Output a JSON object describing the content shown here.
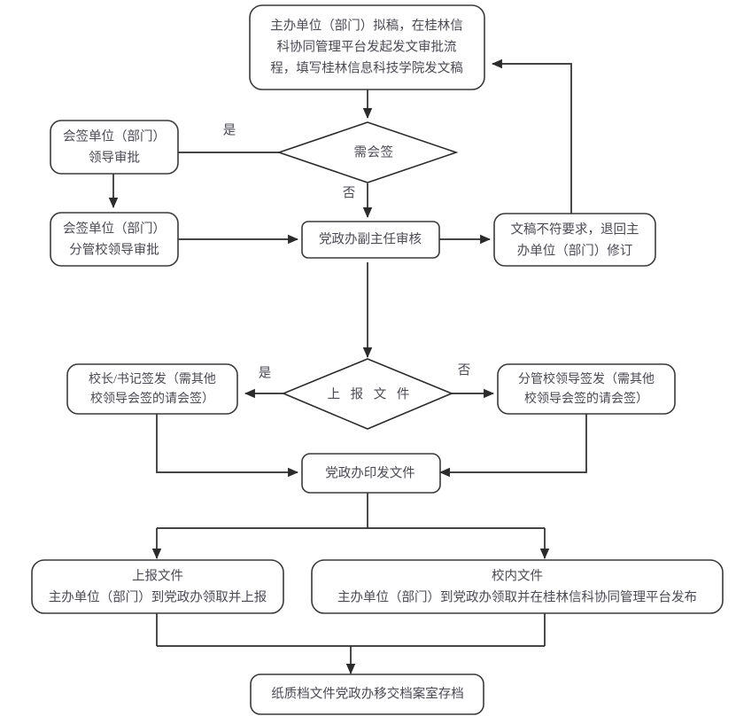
{
  "diagram": {
    "type": "flowchart",
    "title_visible": false,
    "colors": {
      "background": "#ffffff",
      "node_stroke": "#3a3a3a",
      "connector": "#2b2b2b",
      "text": "#4a4a52"
    },
    "nodes": {
      "draft": {
        "shape": "rounded-rect",
        "lines": [
          "主办单位（部门）拟稿，在桂林信",
          "科协同管理平台发起发文审批流",
          "程，填写桂林信息科技学院发文稿"
        ]
      },
      "countersign_decision": {
        "shape": "diamond",
        "lines": [
          "需会签"
        ]
      },
      "countersign_leader": {
        "shape": "rounded-rect",
        "lines": [
          "会签单位（部门）",
          "领导审批"
        ]
      },
      "countersign_vp": {
        "shape": "rounded-rect",
        "lines": [
          "会签单位（部门）",
          "分管校领导审批"
        ]
      },
      "office_deputy_review": {
        "shape": "rounded-rect",
        "lines": [
          "党政办副主任审核"
        ]
      },
      "return_for_revision": {
        "shape": "rounded-rect",
        "lines": [
          "文稿不符要求，退回主",
          "办单位（部门）修订"
        ]
      },
      "report_decision": {
        "shape": "diamond",
        "lines": [
          "上 报 文 件"
        ]
      },
      "president_sign": {
        "shape": "rounded-rect",
        "lines": [
          "校长/书记签发（需其他",
          "校领导会签的请会签）"
        ]
      },
      "vp_sign": {
        "shape": "rounded-rect",
        "lines": [
          "分管校领导签发（需其他",
          "校领导会签的请会签）"
        ]
      },
      "issue_document": {
        "shape": "rounded-rect",
        "lines": [
          "党政办印发文件"
        ]
      },
      "report_document": {
        "shape": "rounded-rect",
        "lines": [
          "上报文件",
          "主办单位（部门）到党政办领取并上报"
        ]
      },
      "internal_document": {
        "shape": "rounded-rect",
        "lines": [
          "校内文件",
          "主办单位（部门）到党政办领取并在桂林信科协同管理平台发布"
        ]
      },
      "archive": {
        "shape": "rounded-rect",
        "lines": [
          "纸质档文件党政办移交档案室存档"
        ]
      }
    },
    "edge_labels": {
      "countersign_yes": "是",
      "countersign_no": "否",
      "report_yes": "是",
      "report_no": "否"
    }
  }
}
